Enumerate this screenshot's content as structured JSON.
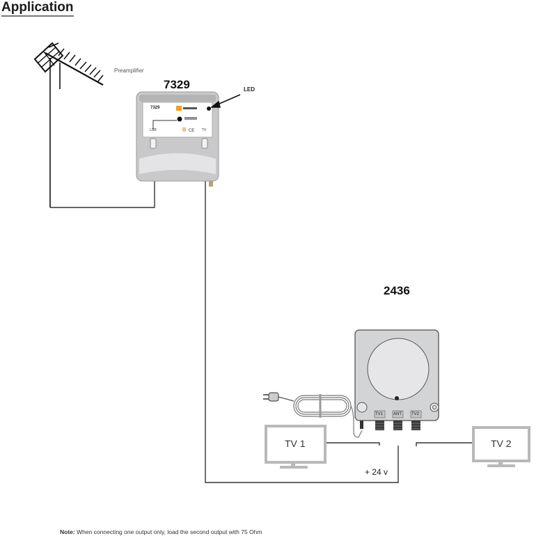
{
  "page": {
    "title": "Application"
  },
  "diagram": {
    "antenna": {
      "label": "Preamplifier"
    },
    "preamplifier": {
      "model": "7329",
      "panel_model": "7329",
      "led_label": "LED",
      "port_left": "LNB",
      "port_right": "TV",
      "brand_color": "#f0a020"
    },
    "power_supply": {
      "model": "2436",
      "ports": [
        "TV1",
        "ANT",
        "TV2"
      ]
    },
    "tv1": {
      "label": "TV 1"
    },
    "tv2": {
      "label": "TV 2"
    },
    "voltage_label": "+ 24 v"
  },
  "note": {
    "prefix": "Note:",
    "text": " When connecting one output only, load the second output with 75 Ohm"
  }
}
